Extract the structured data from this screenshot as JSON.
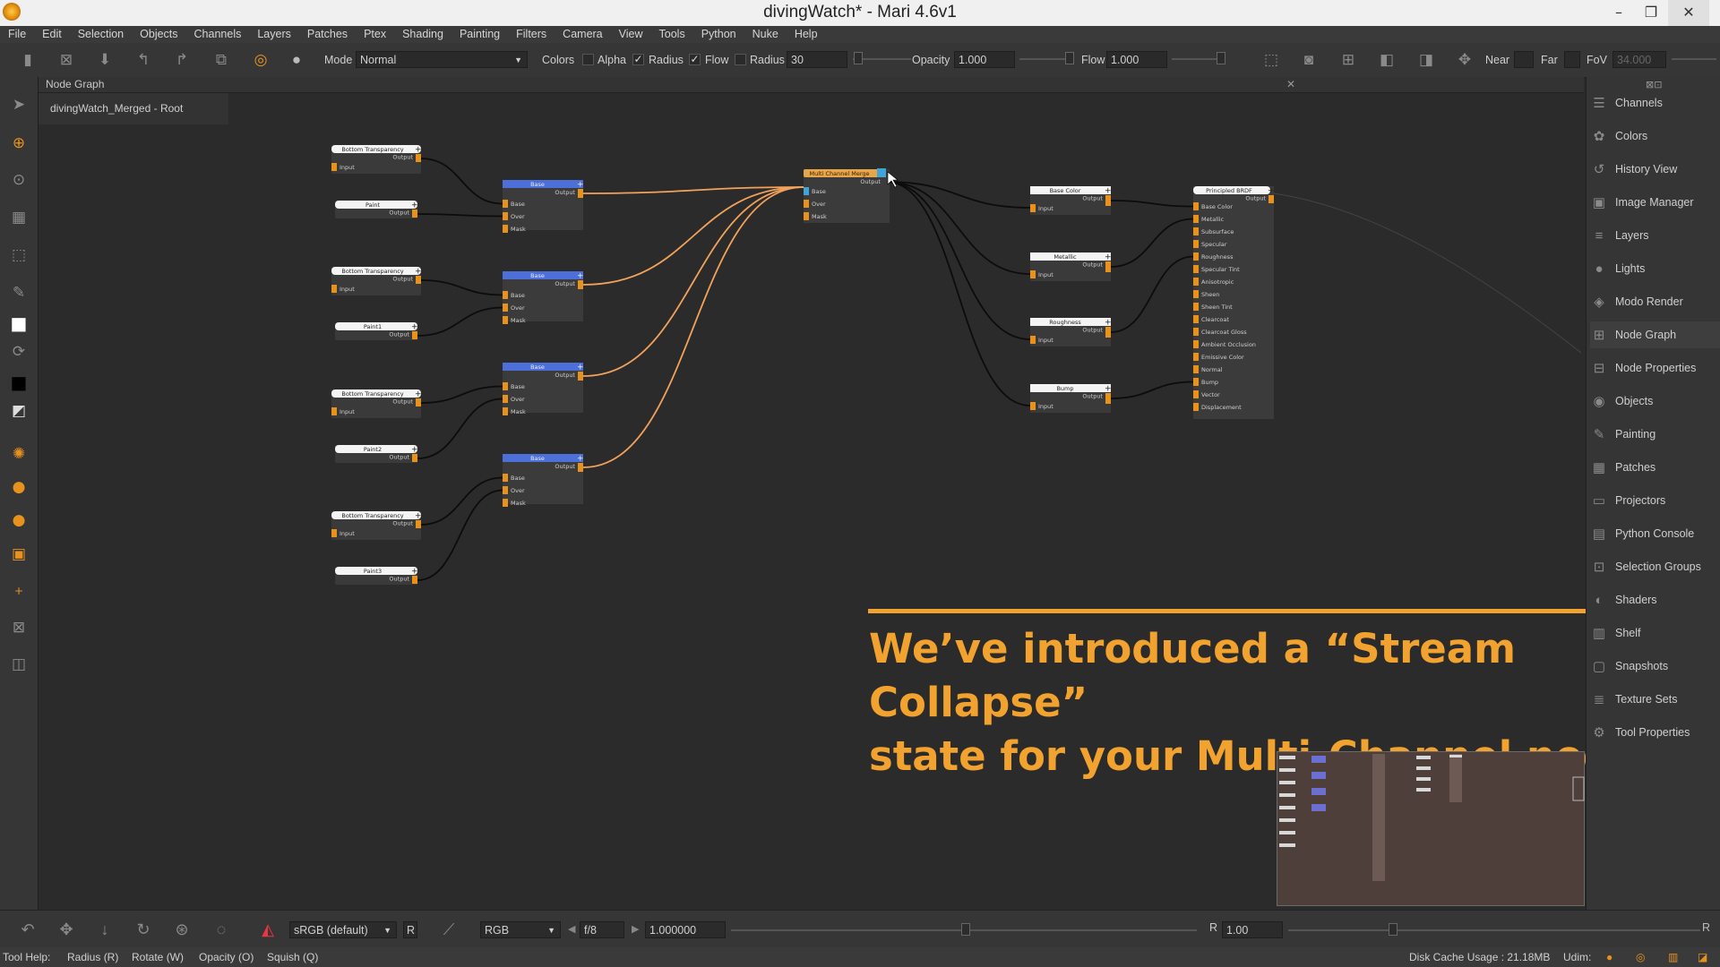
{
  "window": {
    "title": "divingWatch* - Mari 4.6v1",
    "controls": [
      "–",
      "❐",
      "✕"
    ]
  },
  "menubar": [
    "File",
    "Edit",
    "Selection",
    "Objects",
    "Channels",
    "Layers",
    "Patches",
    "Ptex",
    "Shading",
    "Painting",
    "Filters",
    "Camera",
    "View",
    "Tools",
    "Python",
    "Nuke",
    "Help"
  ],
  "toolbar": {
    "mode_label": "Mode",
    "mode_value": "Normal",
    "colors_label": "Colors",
    "alpha_label": "Alpha",
    "alpha_checked": true,
    "radius_check_label": "Radius",
    "radius_checked": true,
    "flow_check_label": "Flow",
    "radius_label": "Radius",
    "radius_value": "30",
    "opacity_label": "Opacity",
    "opacity_value": "1.000",
    "flow_label": "Flow",
    "flow_value": "1.000",
    "near_label": "Near",
    "far_label": "Far",
    "fov_label": "FoV",
    "fov_value": "34.000"
  },
  "node_graph": {
    "panel_title": "Node Graph",
    "tab_label": "divingWatch_Merged - Root",
    "nodes": {
      "bt1": {
        "title": "Bottom Transparency",
        "output": "Output",
        "input": "Input"
      },
      "p0": {
        "title": "Paint",
        "output": "Output"
      },
      "bt2": {
        "title": "Bottom Transparency",
        "output": "Output",
        "input": "Input"
      },
      "p1": {
        "title": "Paint1",
        "output": "Output"
      },
      "bt3": {
        "title": "Bottom Transparency",
        "output": "Output",
        "input": "Input"
      },
      "p2": {
        "title": "Paint2",
        "output": "Output"
      },
      "bt4": {
        "title": "Bottom Transparency",
        "output": "Output",
        "input": "Input"
      },
      "p3": {
        "title": "Paint3",
        "output": "Output"
      },
      "m1": {
        "title": "Base",
        "output": "Output",
        "ports": [
          "Base",
          "Over",
          "Mask"
        ]
      },
      "m2": {
        "title": "Base",
        "output": "Output",
        "ports": [
          "Base",
          "Over",
          "Mask"
        ]
      },
      "m3": {
        "title": "Base",
        "output": "Output",
        "ports": [
          "Base",
          "Over",
          "Mask"
        ]
      },
      "m4": {
        "title": "Base",
        "output": "Output",
        "ports": [
          "Base",
          "Over",
          "Mask"
        ]
      },
      "mcm": {
        "title": "Multi Channel Merge",
        "output": "Output",
        "ports": [
          "Base",
          "Over",
          "Mask"
        ]
      },
      "bc": {
        "title": "Base Color",
        "output": "Output",
        "input": "Input"
      },
      "met": {
        "title": "Metallic",
        "output": "Output",
        "input": "Input"
      },
      "rough": {
        "title": "Roughness",
        "output": "Output",
        "input": "Input"
      },
      "bump": {
        "title": "Bump",
        "output": "Output",
        "input": "Input"
      },
      "brdf": {
        "title": "Principled BRDF",
        "output": "Output",
        "ports": [
          "Base Color",
          "Metallic",
          "Subsurface",
          "Specular",
          "Roughness",
          "Specular Tint",
          "Anisotropic",
          "Sheen",
          "Sheen Tint",
          "Clearcoat",
          "Clearcoat Gloss",
          "Ambient Occlusion",
          "Emissive Color",
          "Normal",
          "Bump",
          "Vector",
          "Displacement"
        ]
      }
    }
  },
  "caption": {
    "line1": "We’ve introduced a “Stream Collapse”",
    "line2": "state for your Multi-Channel nodes"
  },
  "right_palette": [
    {
      "label": "Channels",
      "icon": "channels-icon",
      "glyph": "☰"
    },
    {
      "label": "Colors",
      "icon": "colors-icon",
      "glyph": "✿"
    },
    {
      "label": "History View",
      "icon": "history-icon",
      "glyph": "↺"
    },
    {
      "label": "Image Manager",
      "icon": "image-icon",
      "glyph": "▣"
    },
    {
      "label": "Layers",
      "icon": "layers-icon",
      "glyph": "≡"
    },
    {
      "label": "Lights",
      "icon": "lights-icon",
      "glyph": "●"
    },
    {
      "label": "Modo Render",
      "icon": "render-icon",
      "glyph": "◈"
    },
    {
      "label": "Node Graph",
      "icon": "node-graph-icon",
      "glyph": "⊞"
    },
    {
      "label": "Node Properties",
      "icon": "node-properties-icon",
      "glyph": "⊟"
    },
    {
      "label": "Objects",
      "icon": "objects-icon",
      "glyph": "◉"
    },
    {
      "label": "Painting",
      "icon": "painting-icon",
      "glyph": "✎"
    },
    {
      "label": "Patches",
      "icon": "patches-icon",
      "glyph": "▦"
    },
    {
      "label": "Projectors",
      "icon": "projectors-icon",
      "glyph": "▭"
    },
    {
      "label": "Python Console",
      "icon": "python-icon",
      "glyph": "▤"
    },
    {
      "label": "Selection Groups",
      "icon": "selection-groups-icon",
      "glyph": "⊡"
    },
    {
      "label": "Shaders",
      "icon": "shaders-icon",
      "glyph": "◐"
    },
    {
      "label": "Shelf",
      "icon": "shelf-icon",
      "glyph": "▥"
    },
    {
      "label": "Snapshots",
      "icon": "snapshots-icon",
      "glyph": "▢"
    },
    {
      "label": "Texture Sets",
      "icon": "texture-sets-icon",
      "glyph": "≣"
    },
    {
      "label": "Tool Properties",
      "icon": "tool-properties-icon",
      "glyph": "⚙"
    }
  ],
  "bottombar": {
    "colorspace": "sRGB (default)",
    "r_label": "R",
    "channel_mode": "RGB",
    "fstop": "f/8",
    "exposure": "1.000000",
    "gain_label": "R",
    "gain_value": "1.00"
  },
  "statusbar": {
    "tool_help": "Tool Help:",
    "hints": [
      "Radius (R)",
      "Rotate (W)",
      "Opacity (O)",
      "Squish (Q)"
    ],
    "disk_cache": "Disk Cache Usage : 21.18MB",
    "udim_label": "Udim:"
  },
  "colors": {
    "accent_orange": "#f2a22e",
    "node_header_blue": "#4d6fd8",
    "port_orange": "#e8921e",
    "wire_orange": "#f2a25a"
  }
}
